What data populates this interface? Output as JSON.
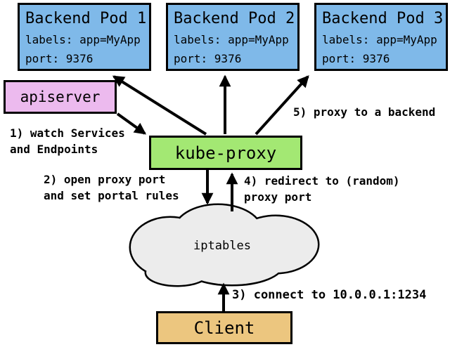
{
  "pods": [
    {
      "title": "Backend Pod 1",
      "labels": "labels: app=MyApp",
      "port": "port: 9376"
    },
    {
      "title": "Backend Pod 2",
      "labels": "labels: app=MyApp",
      "port": "port: 9376"
    },
    {
      "title": "Backend Pod 3",
      "labels": "labels: app=MyApp",
      "port": "port: 9376"
    }
  ],
  "nodes": {
    "apiserver": "apiserver",
    "kube_proxy": "kube-proxy",
    "iptables": "iptables",
    "client": "Client"
  },
  "steps": {
    "s1": "1) watch Services\nand Endpoints",
    "s2": "2) open proxy port\nand set portal rules",
    "s3": "3) connect to 10.0.0.1:1234",
    "s4": "4) redirect to (random)\nproxy port",
    "s5": "5) proxy to a backend"
  },
  "colors": {
    "pod_fill": "#7fb9e9",
    "apiserver_fill": "#ecbaee",
    "kube_proxy_fill": "#a3e873",
    "client_fill": "#ecc67f",
    "cloud_fill": "#ececec",
    "outline": "#000000"
  }
}
